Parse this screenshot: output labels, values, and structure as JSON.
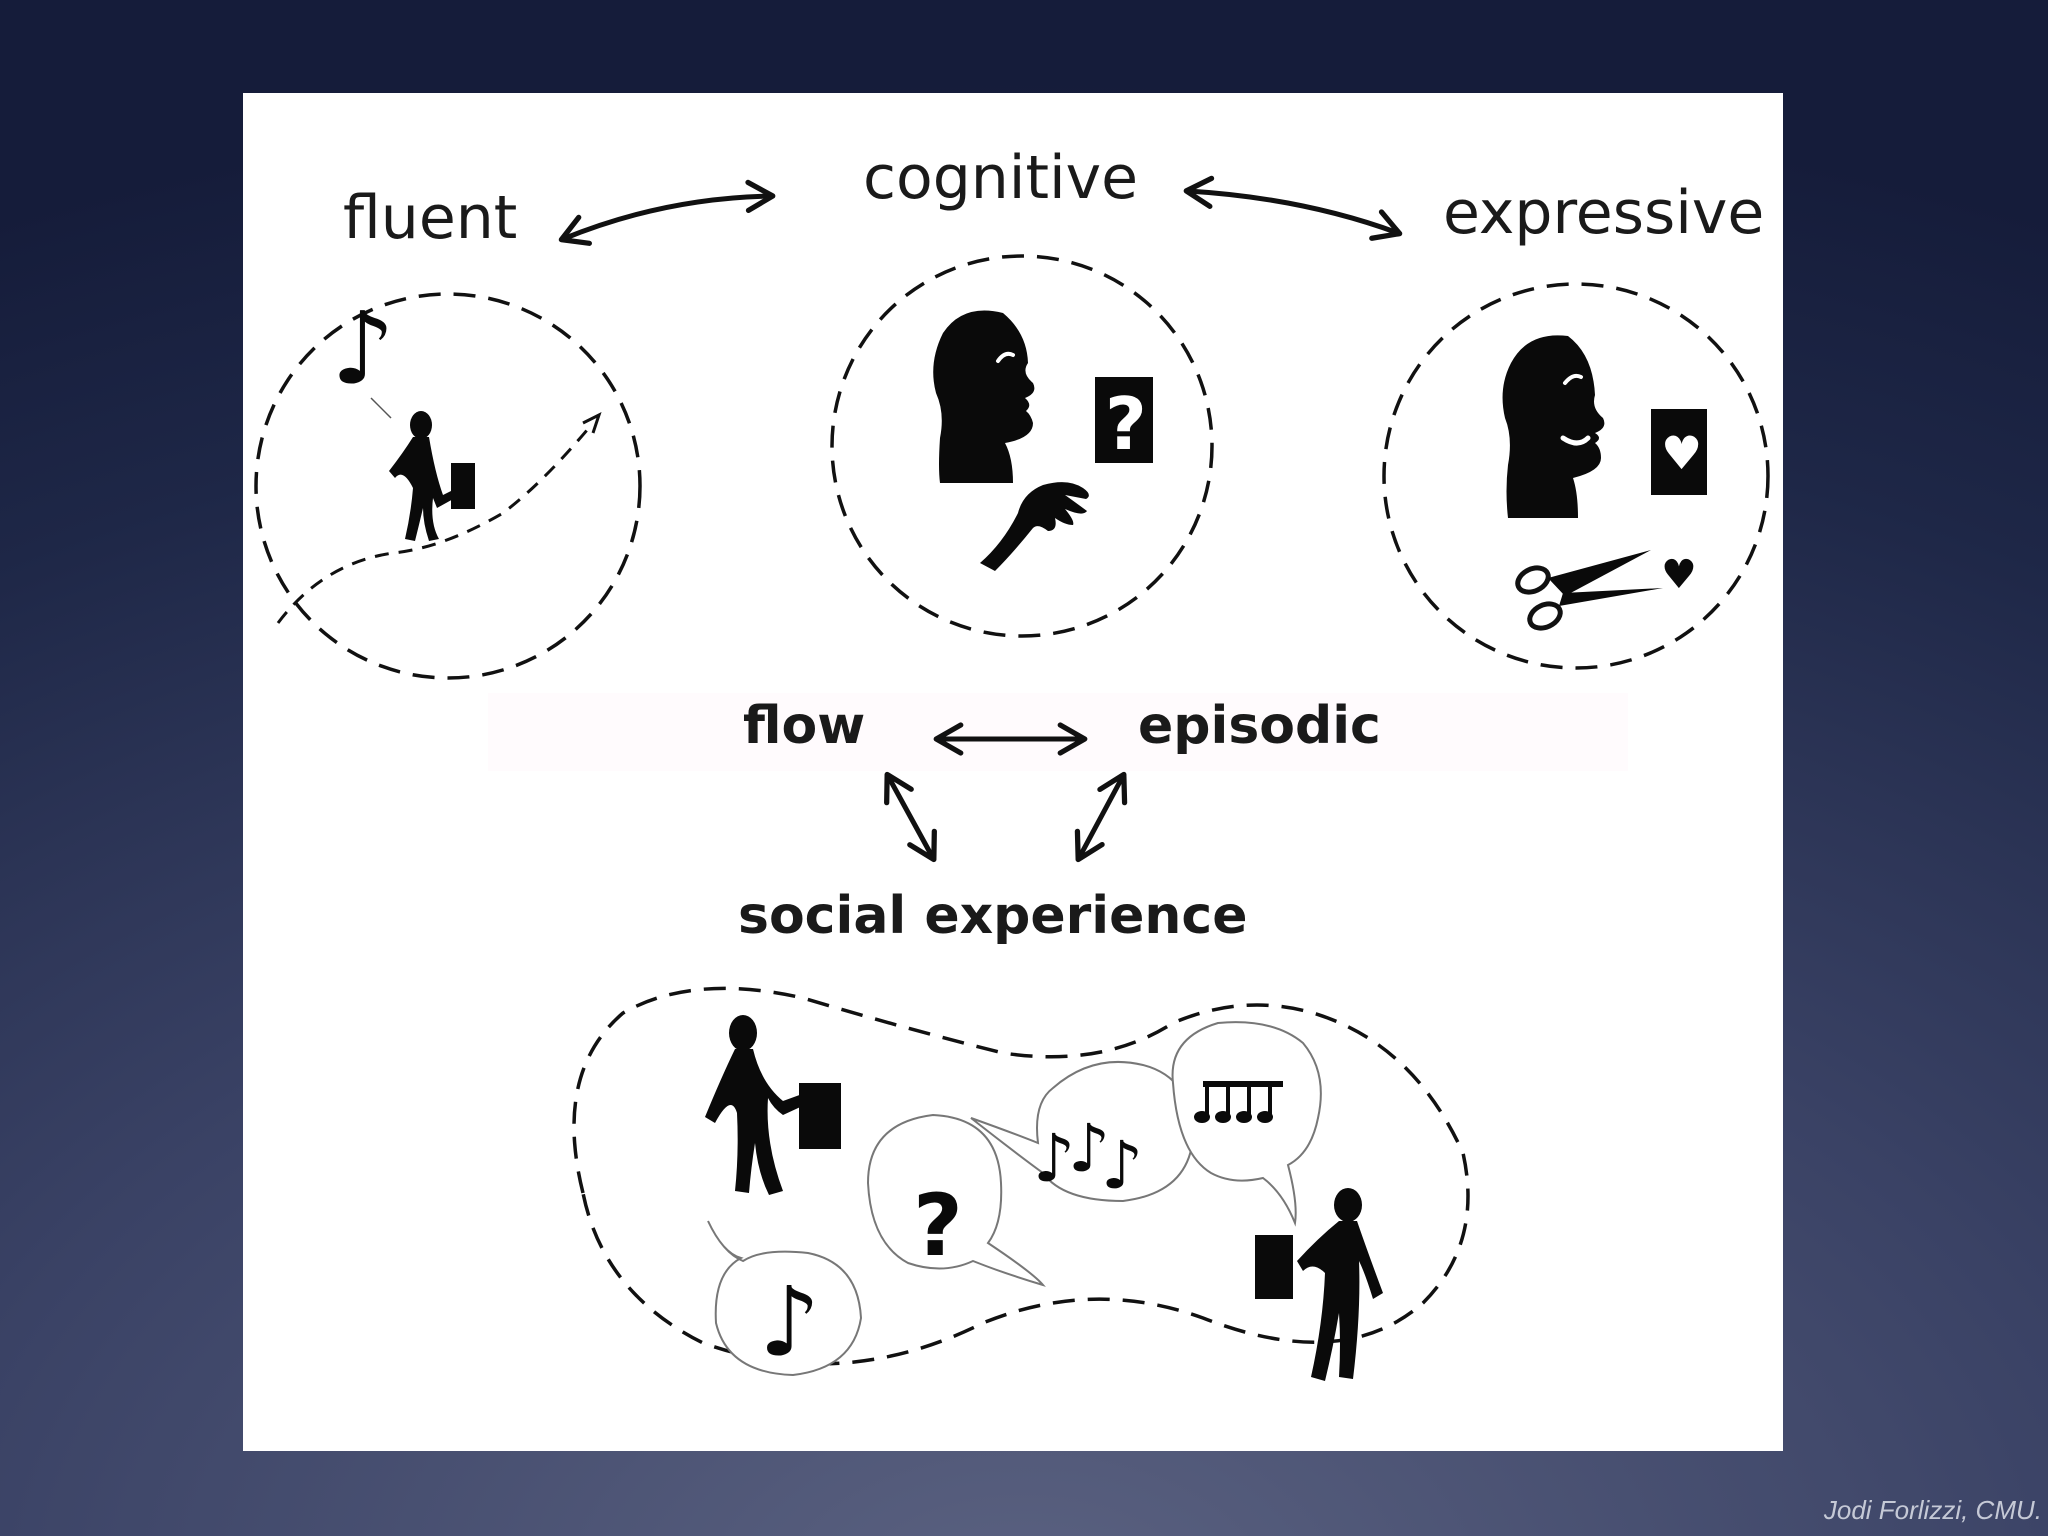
{
  "labels": {
    "fluent": "fluent",
    "cognitive": "cognitive",
    "expressive": "expressive",
    "flow": "flow",
    "episodic": "episodic",
    "social": "social experience"
  },
  "credit": "Jodi Forlizzi, CMU.",
  "icons": {
    "music_note": "♪",
    "beamed_notes": "♫",
    "question": "?",
    "heart": "♥"
  }
}
